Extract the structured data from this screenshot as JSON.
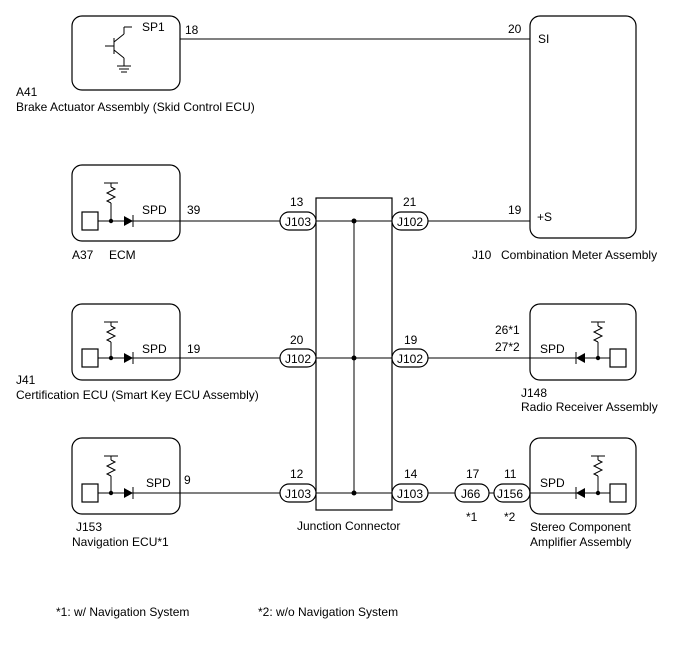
{
  "components": {
    "brake_actuator": {
      "code": "A41",
      "name": "Brake Actuator Assembly (Skid Control ECU)",
      "terminal_label": "SP1",
      "pin": "18"
    },
    "ecm": {
      "code": "A37",
      "name": "ECM",
      "terminal_label": "SPD",
      "pin": "39"
    },
    "certification_ecu": {
      "code": "J41",
      "name": "Certification ECU (Smart Key ECU Assembly)",
      "terminal_label": "SPD",
      "pin": "19"
    },
    "navigation_ecu": {
      "code": "J153",
      "name": "Navigation ECU*1",
      "terminal_label": "SPD",
      "pin": "9"
    },
    "combination_meter": {
      "code": "J10",
      "name": "Combination Meter Assembly",
      "si_label": "SI",
      "si_pin": "20",
      "s_label": "+S",
      "s_pin": "19"
    },
    "radio_receiver": {
      "code": "J148",
      "name": "Radio Receiver Assembly",
      "terminal_label": "SPD",
      "pin_a": "26*1",
      "pin_b": "27*2"
    },
    "stereo_amp": {
      "name_line1": "Stereo Component",
      "name_line2": "Amplifier Assembly",
      "terminal_label": "SPD"
    },
    "junction": {
      "name": "Junction Connector"
    }
  },
  "connectors": {
    "left_top": {
      "label": "J103",
      "pin": "13"
    },
    "left_mid": {
      "label": "J102",
      "pin": "20"
    },
    "left_bot": {
      "label": "J103",
      "pin": "12"
    },
    "right_top": {
      "label": "J102",
      "pin": "21"
    },
    "right_mid": {
      "label": "J102",
      "pin": "19"
    },
    "right_bot": {
      "label": "J103",
      "pin": "14"
    },
    "j66": {
      "label": "J66",
      "pin": "17",
      "note": "*1"
    },
    "j156": {
      "label": "J156",
      "pin": "11",
      "note": "*2"
    }
  },
  "footnotes": {
    "note1": "*1: w/ Navigation System",
    "note2": "*2: w/o Navigation System"
  }
}
